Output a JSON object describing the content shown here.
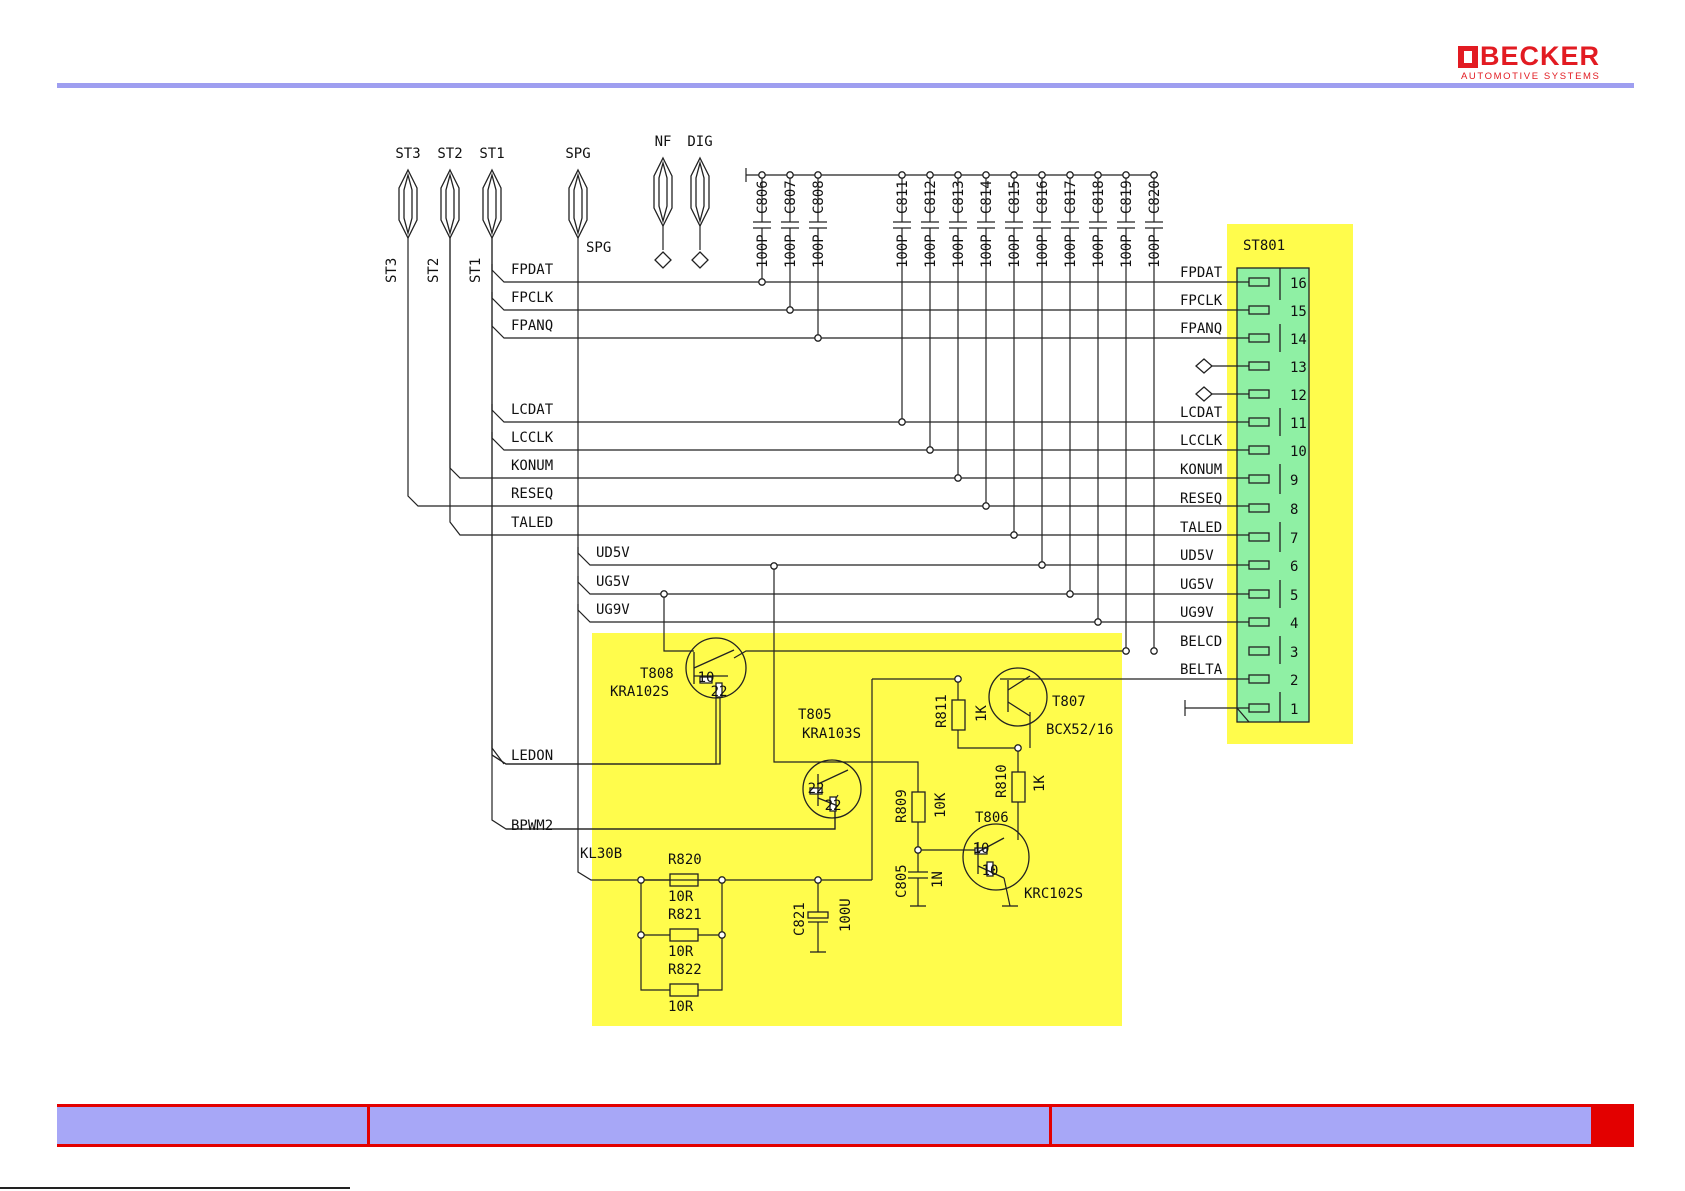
{
  "brand": {
    "name": "BECKER",
    "tagline": "AUTOMOTIVE SYSTEMS"
  },
  "connector": {
    "ref": "ST801",
    "pins": [
      {
        "num": "16",
        "signal": "FPDAT"
      },
      {
        "num": "15",
        "signal": "FPCLK"
      },
      {
        "num": "14",
        "signal": "FPANQ"
      },
      {
        "num": "13",
        "signal": ""
      },
      {
        "num": "12",
        "signal": ""
      },
      {
        "num": "11",
        "signal": "LCDAT"
      },
      {
        "num": "10",
        "signal": "LCCLK"
      },
      {
        "num": "9",
        "signal": "KONUM"
      },
      {
        "num": "8",
        "signal": "RESEQ"
      },
      {
        "num": "7",
        "signal": "TALED"
      },
      {
        "num": "6",
        "signal": "UD5V"
      },
      {
        "num": "5",
        "signal": "UG5V"
      },
      {
        "num": "4",
        "signal": "UG9V"
      },
      {
        "num": "3",
        "signal": "BELCD"
      },
      {
        "num": "2",
        "signal": "BELTA"
      },
      {
        "num": "1",
        "signal": ""
      }
    ]
  },
  "offpage_connectors": [
    "ST3",
    "ST2",
    "ST1",
    "SPG",
    "NF",
    "DIG"
  ],
  "offpage_vertical_labels": [
    "ST3",
    "ST2",
    "ST1"
  ],
  "spg_label": "SPG",
  "left_nets": [
    "FPDAT",
    "FPCLK",
    "FPANQ",
    "LCDAT",
    "LCCLK",
    "KONUM",
    "RESEQ",
    "TALED"
  ],
  "power_nets": [
    "UD5V",
    "UG5V",
    "UG9V"
  ],
  "bottom_nets": [
    "LEDON",
    "BPWM2",
    "KL30B"
  ],
  "filter_capacitors": [
    {
      "ref": "C806",
      "value": "100P"
    },
    {
      "ref": "C807",
      "value": "100P"
    },
    {
      "ref": "C808",
      "value": "100P"
    },
    {
      "ref": "C811",
      "value": "100P"
    },
    {
      "ref": "C812",
      "value": "100P"
    },
    {
      "ref": "C813",
      "value": "100P"
    },
    {
      "ref": "C814",
      "value": "100P"
    },
    {
      "ref": "C815",
      "value": "100P"
    },
    {
      "ref": "C816",
      "value": "100P"
    },
    {
      "ref": "C817",
      "value": "100P"
    },
    {
      "ref": "C818",
      "value": "100P"
    },
    {
      "ref": "C819",
      "value": "100P"
    },
    {
      "ref": "C820",
      "value": "100P"
    }
  ],
  "transistors": [
    {
      "ref": "T808",
      "part": "KRA102S"
    },
    {
      "ref": "T805",
      "part": "KRA103S"
    },
    {
      "ref": "T807",
      "part": "BCX52/16"
    },
    {
      "ref": "T806",
      "part": "KRC102S"
    }
  ],
  "resistors": [
    {
      "ref": "R820",
      "value": "10R"
    },
    {
      "ref": "R821",
      "value": "10R"
    },
    {
      "ref": "R822",
      "value": "10R"
    },
    {
      "ref": "R809",
      "value": "10K"
    },
    {
      "ref": "R811",
      "value": "1K"
    },
    {
      "ref": "R810",
      "value": "1K"
    }
  ],
  "capacitors": [
    {
      "ref": "C805",
      "value": "1N"
    },
    {
      "ref": "C821",
      "value": "100U"
    }
  ],
  "internal_values": [
    "10",
    "22",
    "22",
    "22",
    "10",
    "10"
  ],
  "highlight_color": "#fffc4c",
  "connector_color": "#8ff0a4",
  "footer_color": "#a7a7f7",
  "accent_color": "#e30000"
}
